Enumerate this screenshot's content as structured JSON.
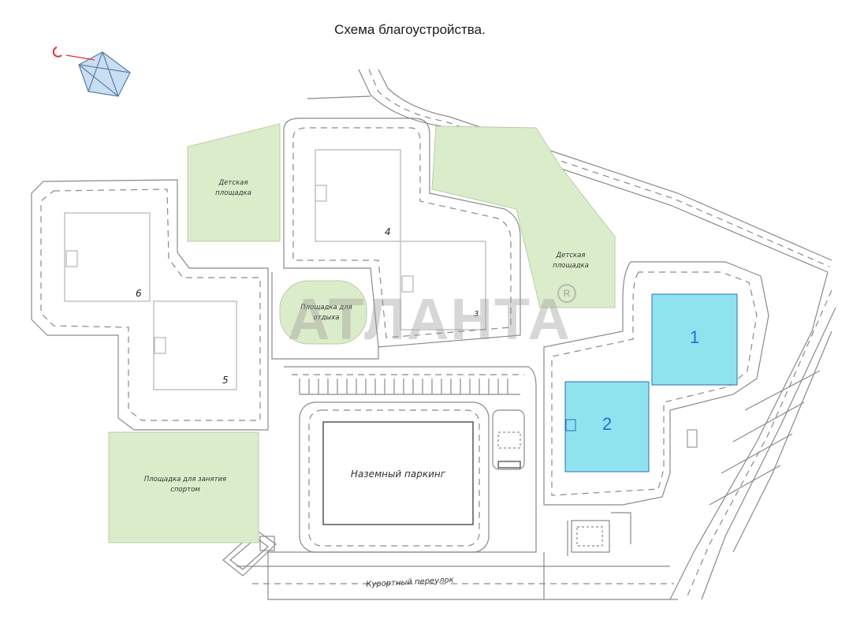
{
  "title": "Схема благоустройства.",
  "watermark": "АТЛАНТА",
  "registered_mark": "R",
  "buildings": {
    "b1": "1",
    "b2": "2",
    "b3": "3",
    "b4": "4",
    "b5": "5",
    "b6": "6"
  },
  "areas": {
    "playground_left": "Детская площадка",
    "playground_right": "Детская площадка",
    "playground_center": "Площадка для отдыха",
    "sports_ground": "Площадка для занятия спортом",
    "parking": "Наземный паркинг",
    "street": "Курортный переулок"
  },
  "colors": {
    "green_zone": "#dbecca",
    "highlight_building": "#8fe3ef",
    "highlight_border": "#2a6fbf",
    "line": "#777777"
  }
}
